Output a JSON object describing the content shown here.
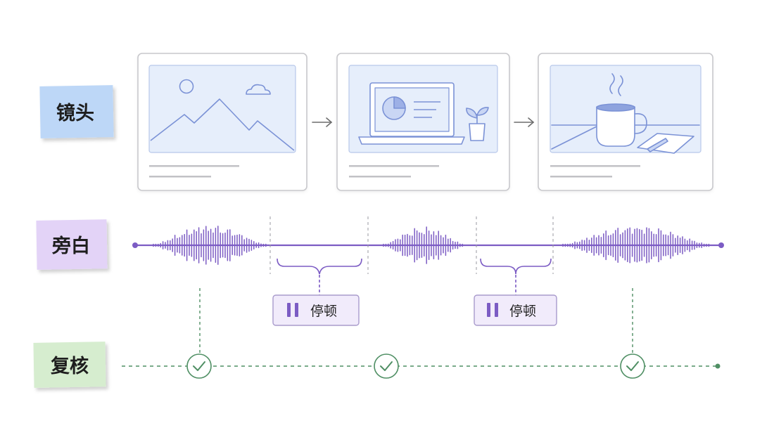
{
  "rows": {
    "shots": {
      "label": "镜头",
      "color": "#bdd7f7"
    },
    "narration": {
      "label": "旁白",
      "color": "#e3d3f7"
    },
    "review": {
      "label": "复核",
      "color": "#d6edcf"
    }
  },
  "pauses": [
    {
      "label": "停顿"
    },
    {
      "label": "停顿"
    }
  ],
  "shot_frames": [
    {
      "icon": "mountain-landscape-icon"
    },
    {
      "icon": "laptop-chart-icon"
    },
    {
      "icon": "coffee-mug-icon"
    }
  ],
  "review_checks": 3,
  "colors": {
    "frame_border": "#c8c8cc",
    "illustration": "#7b92d6",
    "illustration_fill": "#e6eefb",
    "waveform": "#7c5cc4",
    "pause_fill": "#f1ebfb",
    "review_line": "#4f8f64"
  }
}
